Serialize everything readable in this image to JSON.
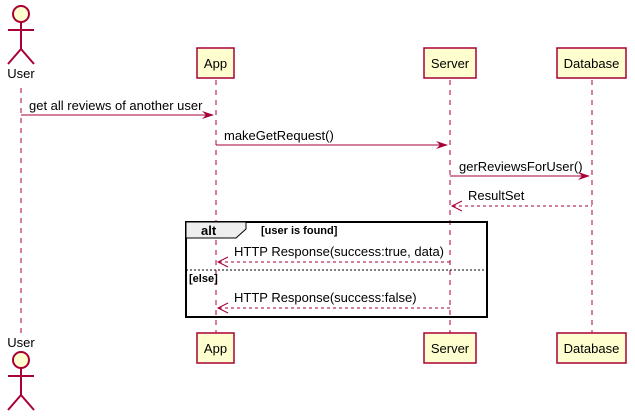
{
  "colors": {
    "participant_fill": "#FEFECE",
    "participant_border": "#A80036",
    "arrow": "#A80036",
    "lifeline": "#A80036",
    "fragment_border": "#000000",
    "fragment_tab": "#EEEEEE"
  },
  "participants": [
    {
      "id": "user",
      "label": "User",
      "kind": "actor"
    },
    {
      "id": "app",
      "label": "App",
      "kind": "participant"
    },
    {
      "id": "server",
      "label": "Server",
      "kind": "participant"
    },
    {
      "id": "database",
      "label": "Database",
      "kind": "participant"
    }
  ],
  "messages": [
    {
      "from": "user",
      "to": "app",
      "label": "get all reviews of another user",
      "style": "solid"
    },
    {
      "from": "app",
      "to": "server",
      "label": "makeGetRequest()",
      "style": "solid"
    },
    {
      "from": "server",
      "to": "database",
      "label": "gerReviewsForUser()",
      "style": "solid"
    },
    {
      "from": "database",
      "to": "server",
      "label": "ResultSet",
      "style": "dashed"
    }
  ],
  "alt_fragment": {
    "keyword": "alt",
    "sections": [
      {
        "guard": "[user is found]",
        "messages": [
          {
            "from": "server",
            "to": "app",
            "label": "HTTP Response(success:true, data)",
            "style": "dashed"
          }
        ]
      },
      {
        "guard": "[else]",
        "messages": [
          {
            "from": "server",
            "to": "app",
            "label": "HTTP Response(success:false)",
            "style": "dashed"
          }
        ]
      }
    ]
  }
}
